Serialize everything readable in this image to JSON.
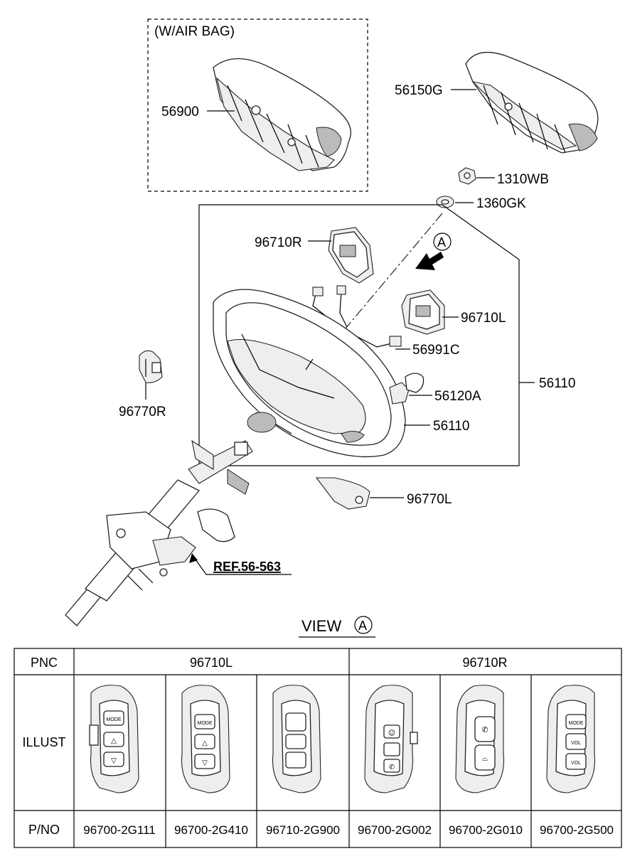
{
  "diagram": {
    "airbag_box_label": "(W/AIR BAG)",
    "view_label": "VIEW",
    "view_marker": "A",
    "arrow_marker": "A",
    "ref_label": "REF.56-563",
    "callouts": {
      "p56900": "56900",
      "p56150G": "56150G",
      "p1310WB": "1310WB",
      "p1360GK": "1360GK",
      "p96710R": "96710R",
      "p96710L": "96710L",
      "p56991C": "56991C",
      "p56110_box": "56110",
      "p56120A": "56120A",
      "p56110": "56110",
      "p96770R": "96770R",
      "p96770L": "96770L"
    }
  },
  "table": {
    "row_headers": [
      "PNC",
      "ILLUST",
      "P/NO"
    ],
    "pnc_groups": [
      "96710L",
      "96710R"
    ],
    "part_numbers": [
      "96700-2G111",
      "96700-2G410",
      "96710-2G900",
      "96700-2G002",
      "96700-2G010",
      "96700-2G500"
    ],
    "switch_labels": {
      "mode": "MODE",
      "vol": "VOL"
    }
  }
}
